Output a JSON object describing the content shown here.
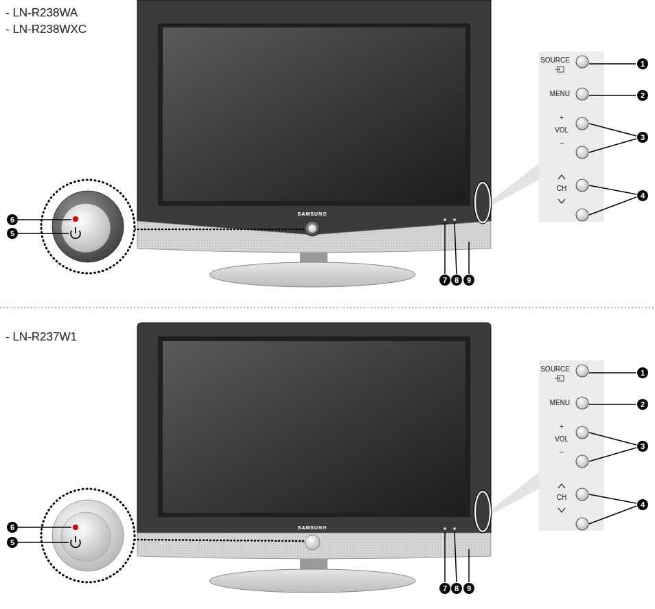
{
  "diagram": {
    "labels": [
      "- LN-R238WA",
      "- LN-R238WXC",
      "SAMSUNG",
      "SOURCE",
      "MENU",
      "+",
      "VOL",
      "–",
      "CH",
      "1",
      "2",
      "3",
      "4",
      "6",
      "5",
      "7",
      "8",
      "9",
      "- LN-R237W1",
      "SAMSUNG",
      "SOURCE",
      "MENU",
      "+",
      "VOL",
      "–",
      "CH",
      "1",
      "2",
      "3",
      "4",
      "6",
      "5",
      "7",
      "8",
      "9"
    ]
  }
}
